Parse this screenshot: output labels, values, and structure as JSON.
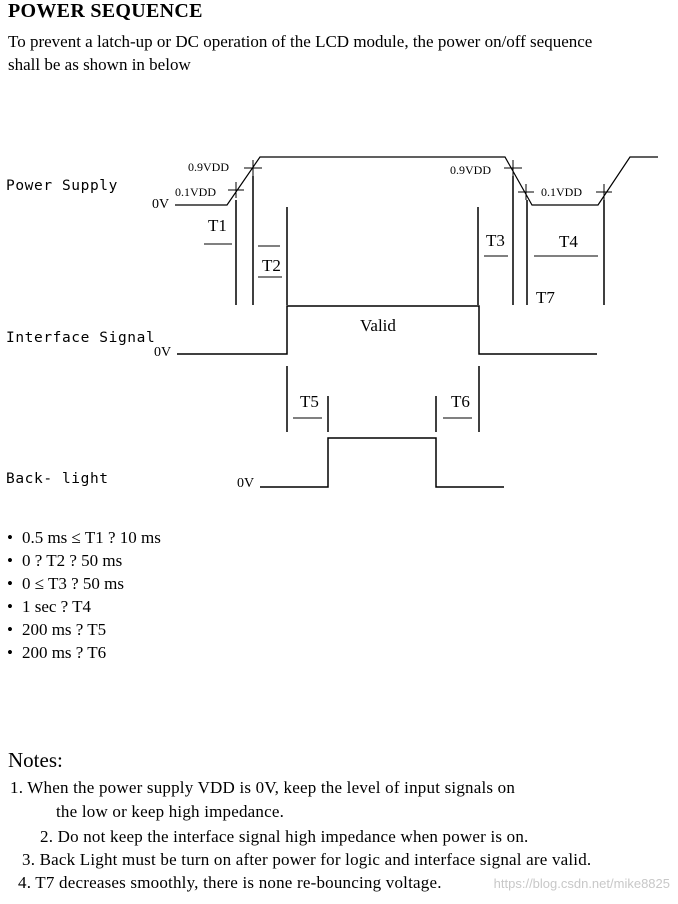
{
  "title": "POWER SEQUENCE",
  "intro": [
    "To prevent a latch-up or DC operation of the LCD module, the power on/off sequence",
    "shall  be as shown in below"
  ],
  "diagram": {
    "signals": {
      "power_supply": "Power  Supply",
      "interface_signal": "Interface  Signal",
      "back_light": "Back-  light"
    },
    "voltage_labels": {
      "power_0v": "0V",
      "interface_0v": "0V",
      "backlight_0v": "0V",
      "vdd_09_left": "0.9VDD",
      "vdd_01_left": "0.1VDD",
      "vdd_09_right": "0.9VDD",
      "vdd_01_right": "0.1VDD"
    },
    "timing_labels": {
      "t1": "T1",
      "t2": "T2",
      "t3": "T3",
      "t4": "T4",
      "t5": "T5",
      "t6": "T6",
      "t7": "T7"
    },
    "valid_label": "Valid"
  },
  "bullets": [
    "0.5 ms ≤ T1  ?   10 ms",
    "0  ?  T2  ?    50 ms",
    "0 ≤ T3   ?     50 ms",
    "1 sec   ?  T4",
    "200 ms  ?  T5",
    "200 ms  ?  T6"
  ],
  "notes": {
    "title": "Notes:",
    "items": [
      "1.   When the power supply VDD is 0V, keep the level of input signals on",
      "the low or keep high impedance.",
      "2.      Do  not  keep  the  interface  signal  high  impedance  when  power  is  on.",
      "3.   Back Light must be turn on after power for logic and interface signal are valid.",
      "4.   T7 decreases smoothly, there is none re-bouncing voltage."
    ]
  },
  "watermark": "https://blog.csdn.net/mike8825"
}
